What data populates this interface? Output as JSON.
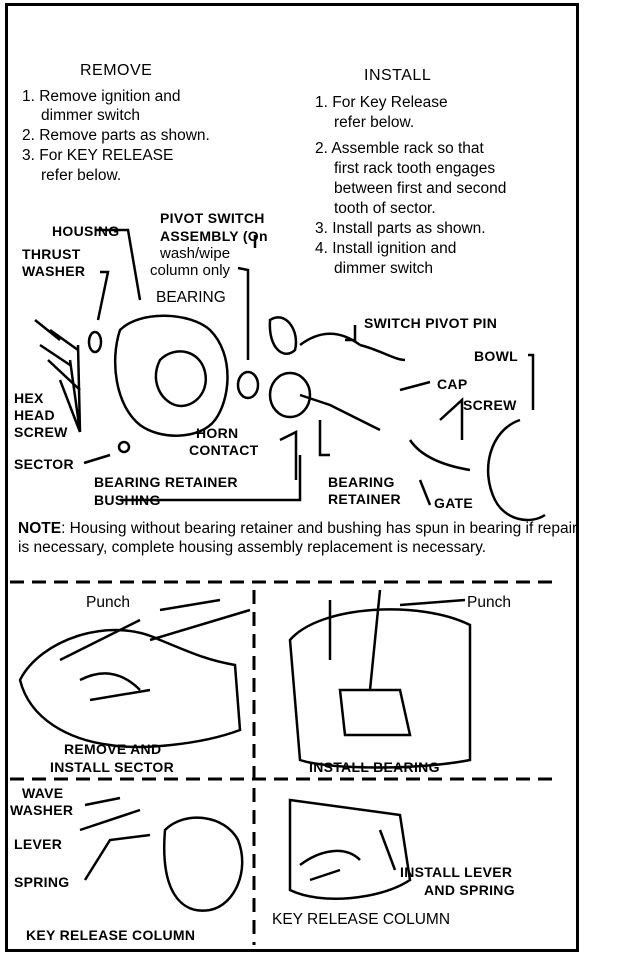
{
  "remove": {
    "heading": "REMOVE",
    "steps": [
      "1. Remove ignition and",
      "dimmer switch",
      "2. Remove parts as shown.",
      "3. For KEY RELEASE",
      "refer below."
    ]
  },
  "install": {
    "heading": "INSTALL",
    "steps": [
      "1. For Key Release",
      "refer below.",
      "2. Assemble rack so that",
      "first rack tooth engages",
      "between first and second",
      "tooth of sector.",
      "3. Install parts as shown.",
      "4. Install ignition and",
      "dimmer switch"
    ]
  },
  "labels": {
    "housing": "HOUSING",
    "pivot_switch_1": "PIVOT SWITCH",
    "pivot_switch_2": "ASSEMBLY (On",
    "pivot_switch_3": "wash/wipe",
    "pivot_switch_4": "column only",
    "thrust_1": "THRUST",
    "thrust_2": "WASHER",
    "bearing": "BEARING",
    "switch_pivot_pin": "SWITCH PIVOT PIN",
    "bowl": "BOWL",
    "cap": "CAP",
    "screw": "SCREW",
    "hex_1": "HEX",
    "hex_2": "HEAD",
    "hex_3": "SCREW",
    "horn_1": "HORN",
    "horn_2": "CONTACT",
    "sector": "SECTOR",
    "bearing_retainer_1": "BEARING RETAINER",
    "bushing": "BUSHING",
    "bearing_retainer_2a": "BEARING",
    "bearing_retainer_2b": "RETAINER",
    "gate": "GATE"
  },
  "note": {
    "prefix": "NOTE",
    "text": ": Housing without bearing retainer and bushing has spun in bearing if repair is necessary, complete housing assembly replacement is necessary."
  },
  "panels": {
    "punch_left": "Punch",
    "punch_right": "Punch",
    "sector_caption_1": "REMOVE AND",
    "sector_caption_2": "INSTALL SECTOR",
    "bearing_caption": "INSTALL BEARING",
    "wave_1": "WAVE",
    "wave_2": "WASHER",
    "lever": "LEVER",
    "spring": "SPRING",
    "key_release_left": "KEY RELEASE COLUMN",
    "install_lever_1": "INSTALL LEVER",
    "install_lever_2": "AND SPRING",
    "key_release_right": "KEY RELEASE COLUMN"
  }
}
